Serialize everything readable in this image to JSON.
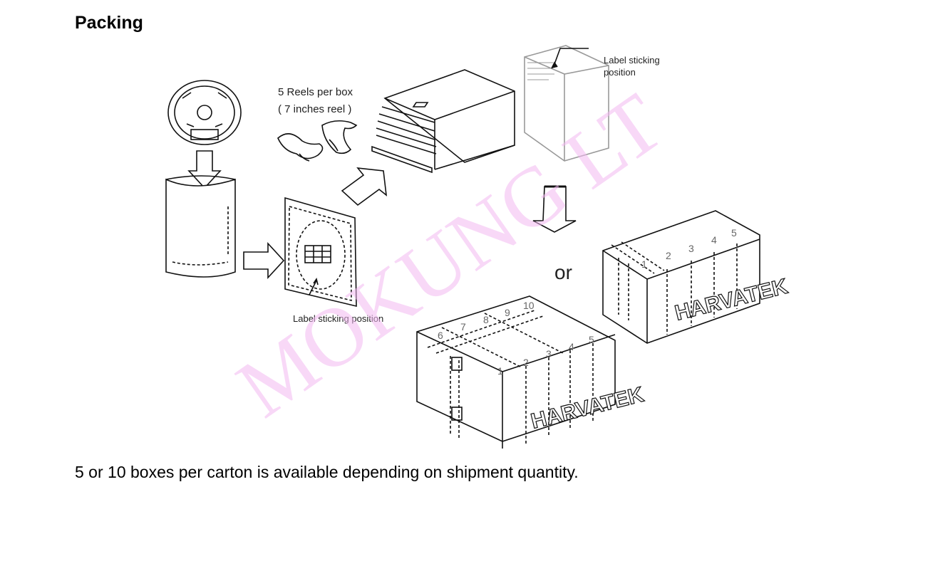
{
  "page": {
    "title": "Packing",
    "caption": "5 or 10 boxes per carton is available depending on shipment quantity."
  },
  "diagram": {
    "reel_label_line1": "5 Reels per box",
    "reel_label_line2": "( 7 inches reel )",
    "label_sticking_line1": "Label sticking",
    "label_sticking_line2": "position",
    "label_sticking_position": "Label sticking position",
    "or_text": "or",
    "brand_text": "HARVATEK",
    "watermark_text": "MOKUNG LT",
    "large_carton_numbers": [
      "1",
      "2",
      "3",
      "4",
      "5",
      "6",
      "7",
      "8",
      "9",
      "10"
    ],
    "small_carton_numbers": [
      "1",
      "2",
      "3",
      "4",
      "5"
    ]
  },
  "colors": {
    "line": "#111111",
    "watermark": "#f3b8f0",
    "number_gray": "#666666"
  }
}
